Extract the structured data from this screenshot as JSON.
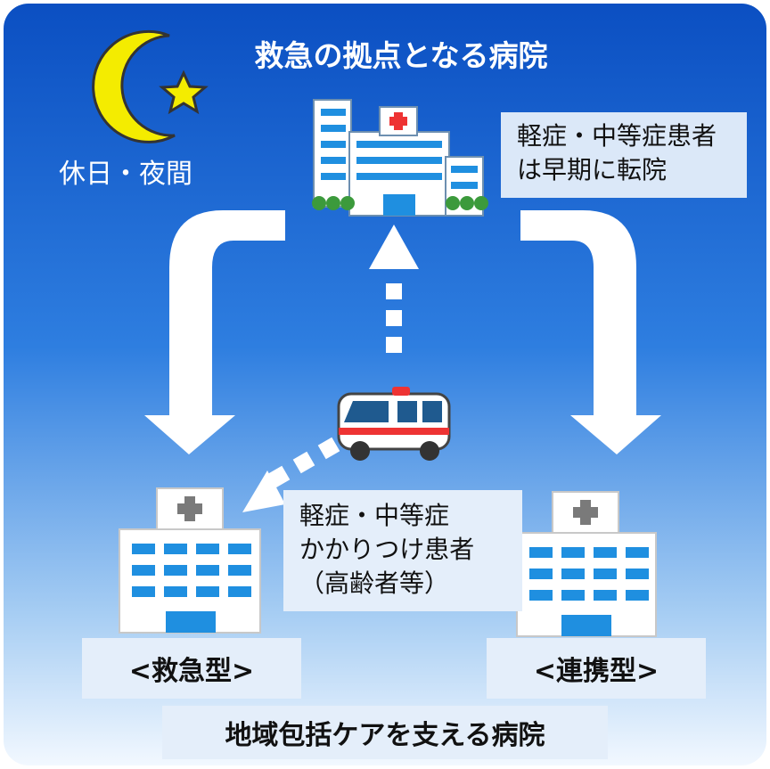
{
  "title": "救急の拠点となる病院",
  "time_label": "休日・夜間",
  "top_note": [
    "軽症・中等症患者",
    "は早期に転院"
  ],
  "patient_note": [
    "軽症・中等症",
    "かかりつけ患者",
    "（高齢者等）"
  ],
  "left_hospital_label": "<救急型>",
  "right_hospital_label": "<連携型>",
  "bottom_caption": "地域包括ケアを支える病院",
  "colors": {
    "panel_top": "#0b4fc2",
    "panel_bottom": "#f2f8ff",
    "moon": "#f4ec00",
    "arrow": "#ffffff",
    "note_box": "#dbe8f8",
    "hospital_window": "#1f8fe0"
  },
  "icons": [
    "moon-icon",
    "star-icon",
    "hospital-large-icon",
    "ambulance-icon",
    "hospital-small-icon"
  ]
}
